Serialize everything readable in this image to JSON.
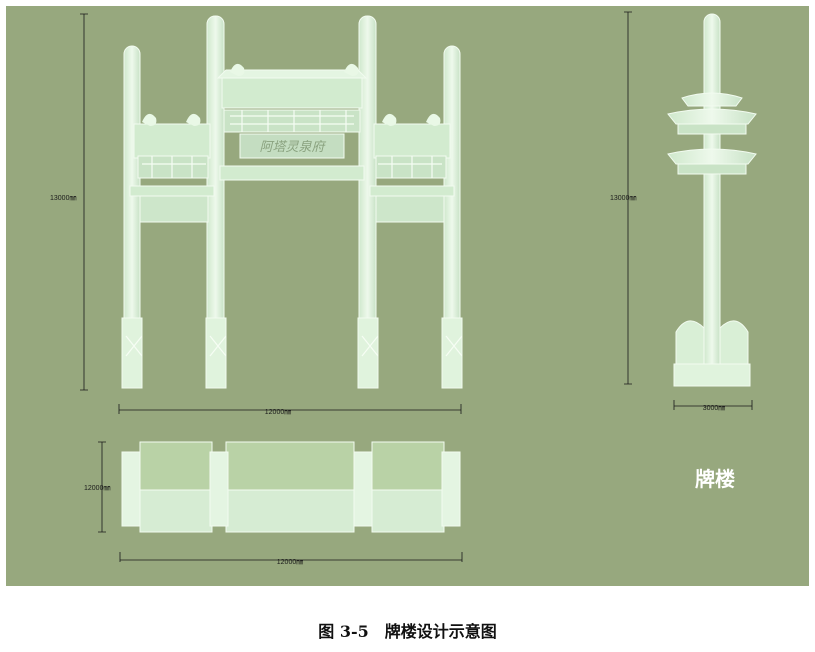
{
  "caption": {
    "number": "图 3-5",
    "text": "牌楼设计示意图"
  },
  "drawing_title": "牌楼",
  "plaque_text": "阿塔灵泉府",
  "dimensions": {
    "front_height": "13000㎜",
    "front_width": "12000㎜",
    "side_height": "13000㎜",
    "side_width": "3000㎜",
    "plan_depth": "12000㎜",
    "plan_width": "12000㎜"
  },
  "colors": {
    "background": "#97a87e",
    "structure": "#d8efd6",
    "outline": "#f2fbf0",
    "dimension_line": "#1a1a1a"
  }
}
